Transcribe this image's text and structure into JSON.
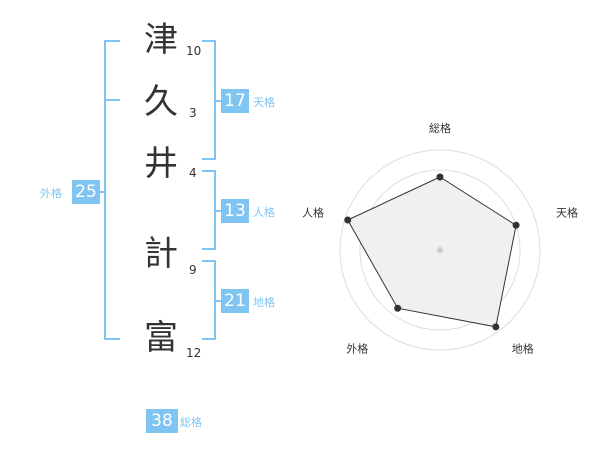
{
  "name": {
    "chars": [
      {
        "char": "津",
        "strokes": "10"
      },
      {
        "char": "久",
        "strokes": "3"
      },
      {
        "char": "井",
        "strokes": "4"
      },
      {
        "char": "計",
        "strokes": "9"
      },
      {
        "char": "富",
        "strokes": "12"
      }
    ]
  },
  "fortune": {
    "tenkaku": {
      "value": "17",
      "label": "天格"
    },
    "jinkaku": {
      "value": "13",
      "label": "人格"
    },
    "chikaku": {
      "value": "21",
      "label": "地格"
    },
    "gaikaku": {
      "value": "25",
      "label": "外格"
    },
    "soukaku": {
      "value": "38",
      "label": "総格"
    }
  },
  "colors": {
    "accent": "#80c5f2",
    "text": "#333333"
  },
  "chart_data": {
    "type": "radar",
    "axes": [
      "総格",
      "天格",
      "地格",
      "外格",
      "人格"
    ],
    "values": [
      0.73,
      0.8,
      0.95,
      0.72,
      0.97
    ],
    "range": [
      0,
      1
    ]
  }
}
